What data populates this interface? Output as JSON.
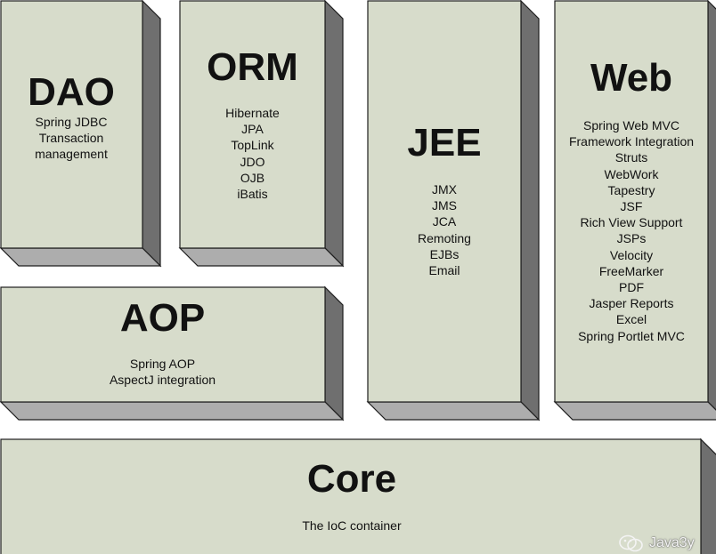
{
  "modules": {
    "dao": {
      "title": "DAO",
      "items": [
        "Spring JDBC",
        "Transaction",
        "management"
      ]
    },
    "orm": {
      "title": "ORM",
      "items": [
        "Hibernate",
        "JPA",
        "TopLink",
        "JDO",
        "OJB",
        "iBatis"
      ]
    },
    "jee": {
      "title": "JEE",
      "items": [
        "JMX",
        "JMS",
        "JCA",
        "Remoting",
        "EJBs",
        "Email"
      ]
    },
    "web": {
      "title": "Web",
      "items": [
        "Spring Web MVC",
        "Framework Integration",
        "Struts",
        "WebWork",
        "Tapestry",
        "JSF",
        "Rich View Support",
        "JSPs",
        "Velocity",
        "FreeMarker",
        "PDF",
        "Jasper Reports",
        "Excel",
        "Spring Portlet MVC"
      ]
    },
    "aop": {
      "title": "AOP",
      "items": [
        "Spring AOP",
        "AspectJ integration"
      ]
    },
    "core": {
      "title": "Core",
      "items": [
        "The IoC container"
      ]
    }
  },
  "watermark": {
    "text": "Java3y",
    "icon": "wechat-icon"
  },
  "colors": {
    "face": "#d7dccb",
    "side": "#6f6f6f",
    "bottom": "#adadad",
    "outline": "#1e1e1e"
  }
}
